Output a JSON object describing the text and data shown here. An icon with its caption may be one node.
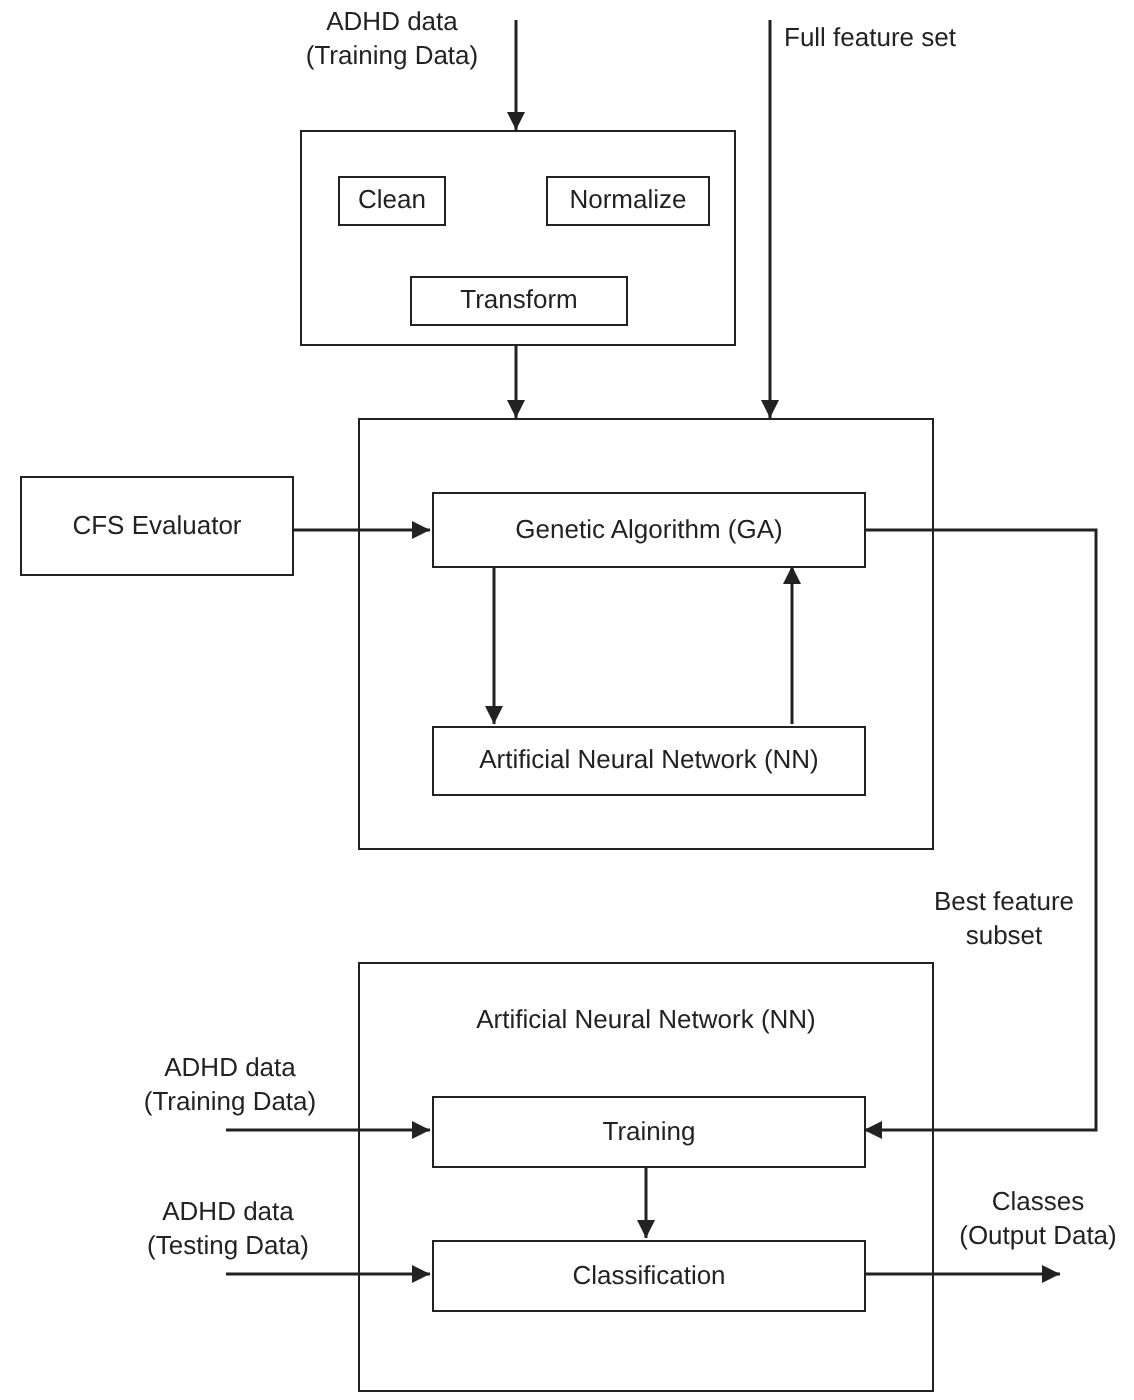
{
  "diagram": {
    "nodes": [
      {
        "text": [],
        "shape": "box"
      },
      {
        "text": [
          "Clean"
        ],
        "in": 0
      },
      {
        "text": [
          "Normalize"
        ],
        "in": 0
      },
      {
        "text": [
          "Transform"
        ],
        "in": 0
      },
      {
        "text": [],
        "shape": "box"
      },
      {
        "text": [
          "CFS Evaluator"
        ]
      },
      {
        "text": [
          "Genetic Algorithm (GA)"
        ],
        "in": 4
      },
      {
        "text": [
          "Artificial Neural Network (NN)"
        ],
        "in": 4
      },
      {
        "text": [
          "Artificial Neural Network (NN)"
        ]
      },
      {
        "text": [
          "Training"
        ],
        "in": 8
      },
      {
        "text": [
          "Classification"
        ],
        "in": 8
      }
    ],
    "edges": [
      {
        "from": null,
        "to": 0,
        "arrow": "to",
        "label": "ADHD data (Training Data)"
      },
      {
        "from": null,
        "to": 4,
        "arrow": "to",
        "label": "Full feature set"
      },
      {
        "from": 0,
        "to": 4,
        "arrow": "to"
      },
      {
        "from": 5,
        "to": 6,
        "arrow": "to"
      },
      {
        "from": 6,
        "to": 7,
        "arrow": "to"
      },
      {
        "from": 7,
        "to": 6,
        "arrow": "to"
      },
      {
        "from": 6,
        "to": 9,
        "arrow": "to",
        "label": "Best feature subset"
      },
      {
        "from": null,
        "to": 9,
        "arrow": "to",
        "label": "ADHD data (Training Data)"
      },
      {
        "from": 9,
        "to": 10,
        "arrow": "to"
      },
      {
        "from": null,
        "to": 10,
        "arrow": "to",
        "label": "ADHD data (Testing Data)"
      },
      {
        "from": 10,
        "to": null,
        "arrow": "to",
        "label": "Classes (Output Data)"
      }
    ]
  }
}
